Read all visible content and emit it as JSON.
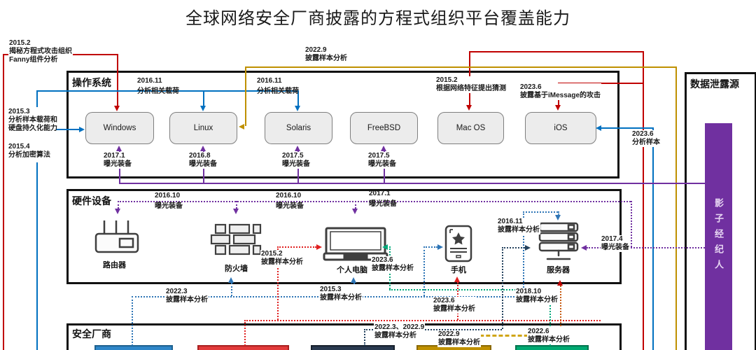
{
  "title": "全球网络安全厂商披露的方程式组织平台覆盖能力",
  "sections": {
    "os": "操作系统",
    "hw": "硬件设备",
    "vendor": "安全厂商",
    "leak": "数据泄露源"
  },
  "platforms": {
    "windows": "Windows",
    "linux": "Linux",
    "solaris": "Solaris",
    "freebsd": "FreeBSD",
    "macos": "Mac OS",
    "ios": "iOS"
  },
  "devices": {
    "router": "路由器",
    "firewall": "防火墙",
    "pc": "个人电脑",
    "phone": "手机",
    "server": "服务器"
  },
  "leak_source": "影子经纪人",
  "colors": {
    "red_solid": "#C00000",
    "blue_solid": "#0070C0",
    "gold_solid": "#BF9000",
    "purple": "#7030A0",
    "red_dotted": "#E02020",
    "blue_dotted": "#2E75B6",
    "green_dotted": "#00A97A",
    "navy_dotted": "#24425E",
    "orange_dotted": "#C55A11",
    "vendor_bars": [
      "#2E86C8",
      "#E23B3B",
      "#2A3A50",
      "#BF9000",
      "#00A971"
    ]
  },
  "annotations": {
    "a1": {
      "date": "2015.2",
      "l1": "揭秘方程式攻击组织",
      "l2": "Fanny组件分析"
    },
    "a2": {
      "date": "2015.3",
      "l1": "分析样本载荷和",
      "l2": "硬盘持久化能力"
    },
    "a3": {
      "date": "2015.4",
      "l1": "分析加密算法"
    },
    "a4": {
      "date": "2016.11",
      "l1": "分析相关载荷"
    },
    "a5": {
      "date": "2016.11",
      "l1": "分析相关载荷"
    },
    "a6": {
      "date": "2022.9",
      "l1": "披露样本分析"
    },
    "a7": {
      "date": "2015.2",
      "l1": "根据网络特征提出猜测"
    },
    "a8": {
      "date": "2023.6",
      "l1": "披露基于iMessage的攻击"
    },
    "a9": {
      "date": "2023.6",
      "l1": "分析样本"
    },
    "a10": {
      "date": "2017.1",
      "l1": "曝光装备"
    },
    "a11": {
      "date": "2016.8",
      "l1": "曝光装备"
    },
    "a12": {
      "date": "2017.5",
      "l1": "曝光装备"
    },
    "a13": {
      "date": "2017.5",
      "l1": "曝光装备"
    },
    "a14": {
      "date": "2016.10",
      "l1": "曝光装备"
    },
    "a15": {
      "date": "2016.10",
      "l1": "曝光装备"
    },
    "a16": {
      "date": "2017.1",
      "l1": "曝光装备"
    },
    "a17": {
      "date": "2016.11",
      "l1": "披露样本分析"
    },
    "a18": {
      "date": "2017.4",
      "l1": "曝光装备"
    },
    "a19": {
      "date": "2015.2",
      "l1": "披露样本分析"
    },
    "a20": {
      "date": "2023.6",
      "l1": "披露样本分析"
    },
    "a21": {
      "date": "2022.3",
      "l1": "披露样本分析"
    },
    "a22": {
      "date": "2015.3",
      "l1": "披露样本分析"
    },
    "a23": {
      "date": "2023.6",
      "l1": "披露样本分析"
    },
    "a24": {
      "date": "2018.10",
      "l1": "披露样本分析"
    },
    "a25": {
      "date": "2022.3、2022.9",
      "l1": "披露样本分析"
    },
    "a26": {
      "date": "2022.9",
      "l1": "披露样本分析"
    },
    "a27": {
      "date": "2022.6",
      "l1": "披露样本分析"
    }
  }
}
